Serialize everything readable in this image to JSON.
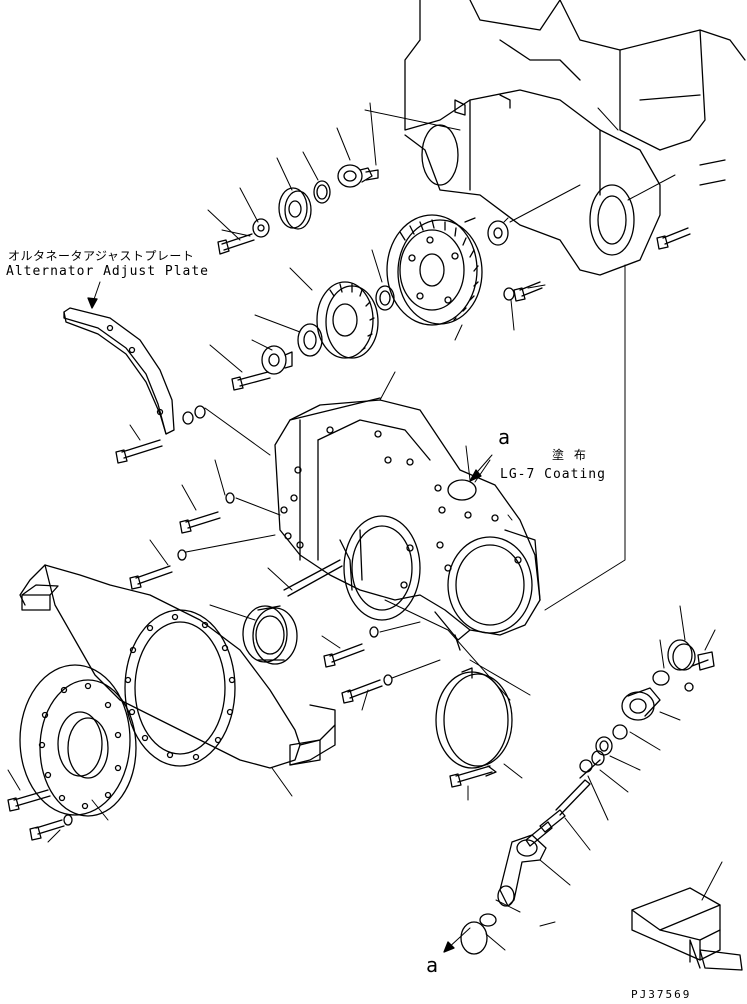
{
  "labels": {
    "alternator_adjust_plate_jp": "オルタネータアジャストプレート",
    "alternator_adjust_plate_en": "Alternator Adjust Plate",
    "coating_jp": "塗 布",
    "coating_en": "LG-7 Coating",
    "ref_a_top": "a",
    "ref_a_bottom": "a",
    "drawing_code": "PJ37569"
  }
}
